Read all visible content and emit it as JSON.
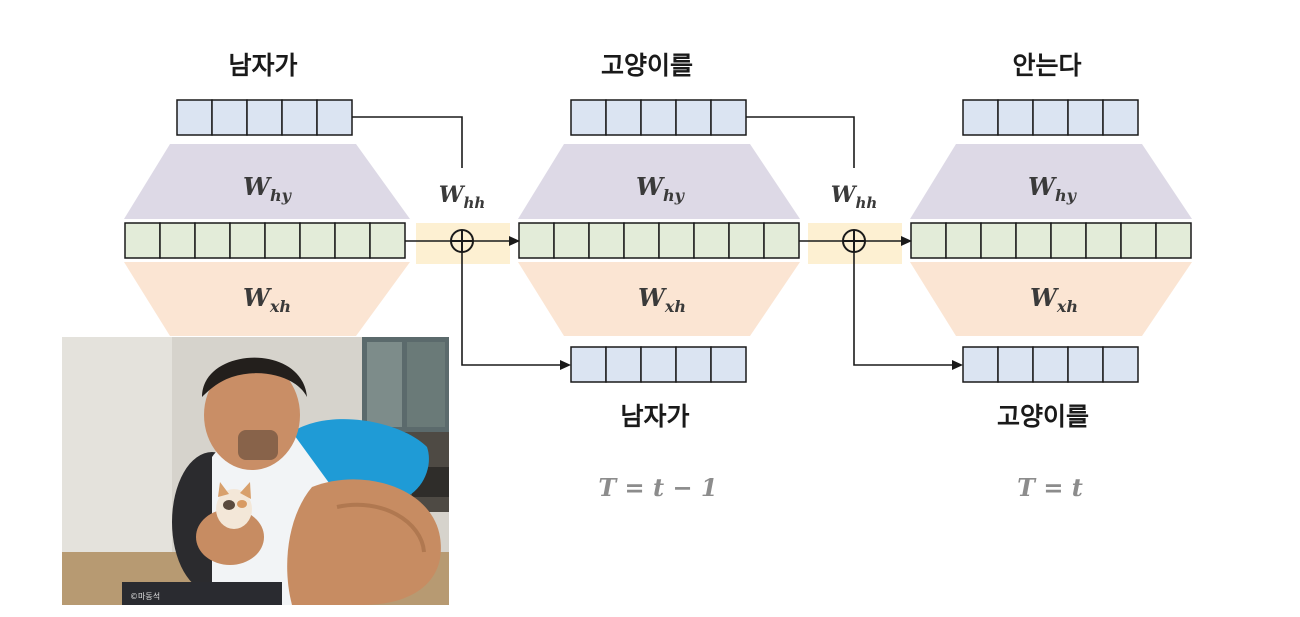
{
  "colors": {
    "hidden_cell": "#e3ecd9",
    "io_cell": "#dbe4f2",
    "why_trapezoid": "#ddd9e6",
    "wxh_trapezoid": "#fbe5d3",
    "whh_band": "#fdf0d2",
    "stroke": "#1a1a1a",
    "time_label": "#8c8c8c"
  },
  "steps": [
    {
      "output_word": "남자가",
      "w_hy": {
        "main": "W",
        "sub": "hy"
      },
      "w_xh": {
        "main": "W",
        "sub": "xh"
      },
      "input_word": "",
      "time_label": ""
    },
    {
      "output_word": "고양이를",
      "w_hy": {
        "main": "W",
        "sub": "hy"
      },
      "w_xh": {
        "main": "W",
        "sub": "xh"
      },
      "input_word": "남자가",
      "time_label": "T = t − 1"
    },
    {
      "output_word": "안는다",
      "w_hy": {
        "main": "W",
        "sub": "hy"
      },
      "w_xh": {
        "main": "W",
        "sub": "xh"
      },
      "input_word": "고양이를",
      "time_label": "T = t"
    }
  ],
  "recurrent_weights": [
    {
      "main": "W",
      "sub": "hh"
    },
    {
      "main": "W",
      "sub": "hh"
    }
  ],
  "photo": {
    "description_icon": "man-holding-kitten-photo",
    "caption": "©마동석"
  }
}
